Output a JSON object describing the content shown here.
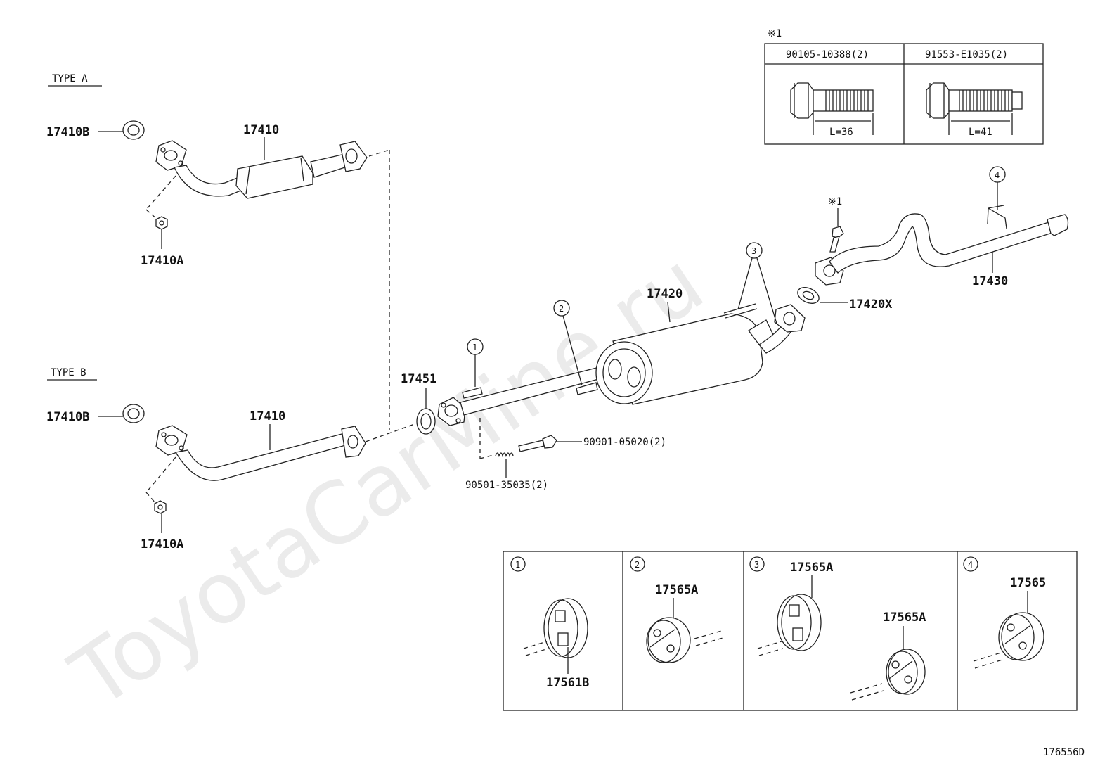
{
  "watermark": "ToyotaCarMine.ru",
  "diagram_code": "176556D",
  "types": {
    "type_a": "TYPE A",
    "type_b": "TYPE B"
  },
  "parts": {
    "a_17410B": "17410B",
    "a_17410": "17410",
    "a_17410A": "17410A",
    "b_17410B": "17410B",
    "b_17410": "17410",
    "b_17410A": "17410A",
    "p17451": "17451",
    "p17420": "17420",
    "p17420X": "17420X",
    "p17430": "17430",
    "bolt_90901": "90901-05020(2)",
    "spring_90501": "90501-35035(2)",
    "note_ref": "※1"
  },
  "callouts": {
    "c1": "1",
    "c2": "2",
    "c3": "3",
    "c4": "4"
  },
  "bolt_table": {
    "title": "※1",
    "col1_part": "90105-10388(2)",
    "col1_length": "L=36",
    "col2_part": "91553-E1035(2)",
    "col2_length": "L=41"
  },
  "hanger_table": {
    "cell1": {
      "num": "1",
      "parts": [
        "17561B"
      ]
    },
    "cell2": {
      "num": "2",
      "parts": [
        "17565A"
      ]
    },
    "cell3": {
      "num": "3",
      "parts": [
        "17565A",
        "17565A"
      ]
    },
    "cell4": {
      "num": "4",
      "parts": [
        "17565"
      ]
    }
  }
}
